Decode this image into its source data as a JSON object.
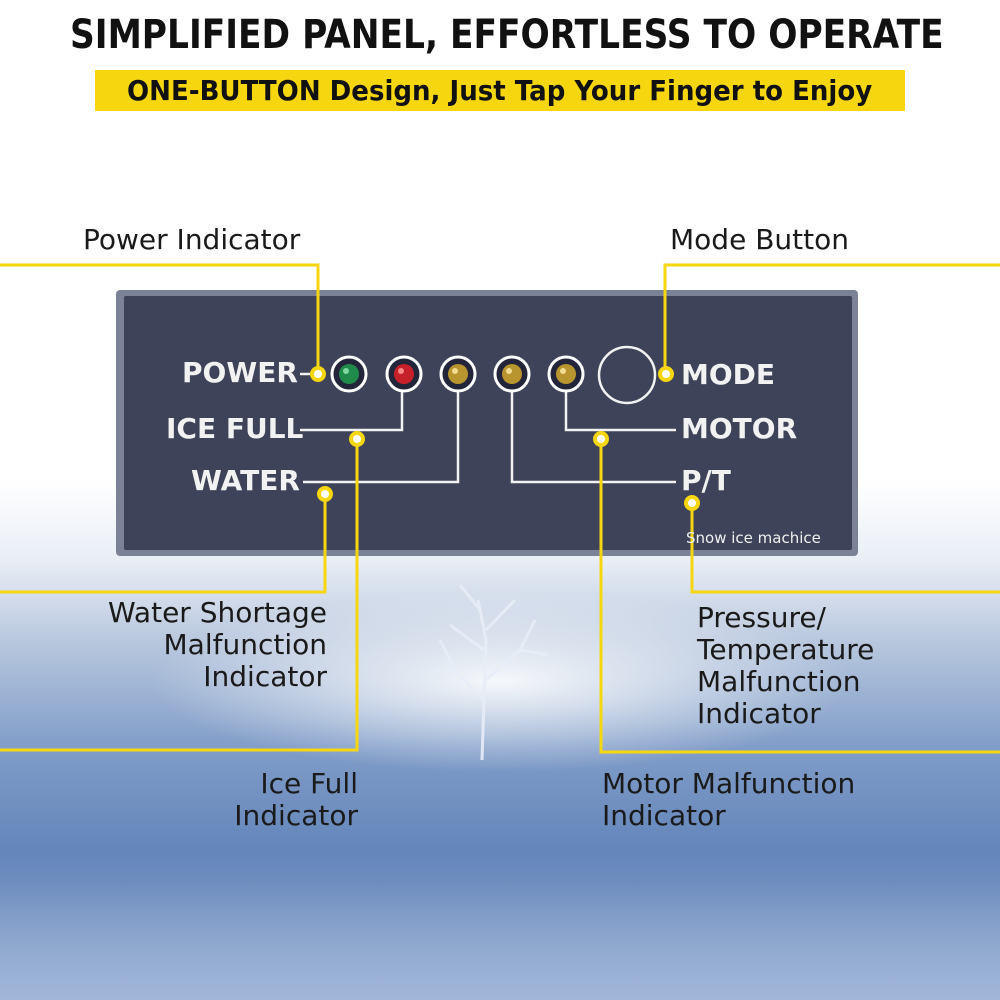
{
  "header": {
    "title": "SIMPLIFIED PANEL, EFFORTLESS TO OPERATE",
    "subtitle": "ONE-BUTTON Design, Just Tap Your Finger to Enjoy"
  },
  "callouts": {
    "power_indicator": "Power Indicator",
    "mode_button": "Mode Button",
    "water_shortage": [
      "Water Shortage",
      "Malfunction",
      "Indicator"
    ],
    "ice_full": [
      "Ice Full",
      "Indicator"
    ],
    "pressure_temperature": [
      "Pressure/",
      "Temperature",
      "Malfunction",
      "Indicator"
    ],
    "motor_malfunction": [
      "Motor Malfunction",
      "Indicator"
    ]
  },
  "panel": {
    "labels": {
      "power": "POWER",
      "ice_full": "ICE FULL",
      "water": "WATER",
      "mode": "MODE",
      "motor": "MOTOR",
      "pt": "P/T"
    },
    "brand": "Snow  ice machice",
    "leds": [
      {
        "name": "power",
        "color": "#1f8a4a"
      },
      {
        "name": "ice-full",
        "color": "#c8202a"
      },
      {
        "name": "water",
        "color": "#b8952e"
      },
      {
        "name": "pt",
        "color": "#b8952e"
      },
      {
        "name": "motor",
        "color": "#b8952e"
      }
    ]
  },
  "colors": {
    "accent": "#f6d70f",
    "panel": "#3f4359",
    "panel_border": "#7b8196",
    "snow": "#5a7fb5"
  }
}
